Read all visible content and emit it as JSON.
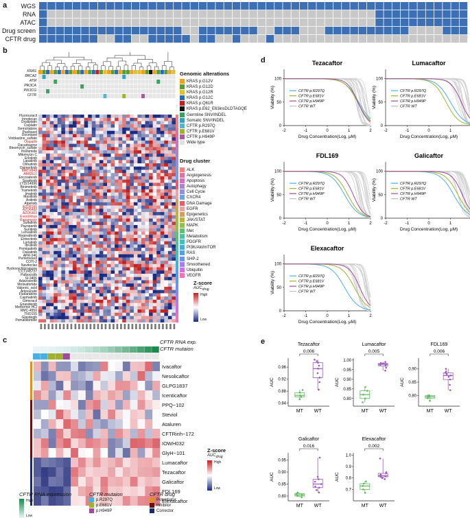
{
  "panels": {
    "a": "a",
    "b": "b",
    "c": "c",
    "d": "d",
    "e": "e"
  },
  "panel_a": {
    "rows": [
      "WGS",
      "RNA",
      "ATAC",
      "Drug screen",
      "CFTR drug"
    ],
    "colors": {
      "present": "#3d6fb5",
      "absent": "#c8c8c8"
    }
  },
  "panel_b": {
    "gene_rows": [
      "KRAS",
      "BRCA2",
      "ATM",
      "PIK3CA",
      "PIK3CG",
      "CFTR"
    ],
    "drugs": [
      "Fluorouracil",
      "Irinotecan",
      "Oxaliplatin",
      "Cisplatin",
      "Gemcitabine",
      "Paclitaxel",
      "Docetaxel",
      "Vinblastine_sulfate",
      "Olaparib",
      "Dacarbazine",
      "Bleomycin_sulfate",
      "Ifosfamide",
      "Mitomycin C",
      "Erlotinib",
      "Lapatinib",
      "Olmutinib",
      "Osimertinib",
      "MRTX849",
      "AMG510",
      "Encorafenib",
      "Sorafenib",
      "LY3214996",
      "Binimetinib",
      "Trametinib",
      "Imatinib",
      "Masitinib",
      "Axitinib",
      "Alpelisib",
      "AZD8186",
      "AZD6482",
      "AZD5363",
      "Everolimus",
      "Rapamycin",
      "Sulfatinib",
      "Pazopanib",
      "Sunitinib",
      "Lenvatinib",
      "Regorafenib",
      "Entrectinib",
      "Lorlatinib",
      "Ibrutinib",
      "Pemigatinib",
      "Dasatinib",
      "APR-246",
      "Pemetrexed",
      "COTI-2",
      "Navitoclax",
      "Hydroxychloroquine",
      "CCT245737",
      "Palbociclib",
      "SI-3406",
      "Adavosertib",
      "Motixafortide",
      "Valproic_acid",
      "Artesunate",
      "Fludarabine",
      "Capmatinib",
      "Gimeracil",
      "Enasidenib",
      "Metformin HCl",
      "RMC-4550",
      "TNO155",
      "Glasdegib",
      "Pomalidomide"
    ],
    "highlighted_drugs": [
      "Olaparib",
      "MRTX849",
      "AMG510",
      "AZD8186",
      "AZD6482",
      "AZD5363",
      "Everolimus",
      "Rapamycin"
    ],
    "genomic_legend_title": "Genomic alterations",
    "genomic_legend": [
      {
        "label": "KRAS p.G12V",
        "color": "#f0a020"
      },
      {
        "label": "KRAS p.G12D",
        "color": "#5a9a3a"
      },
      {
        "label": "KRAS p.G12R",
        "color": "#e0c030"
      },
      {
        "label": "KRAS p.G12C",
        "color": "#2a6ab0"
      },
      {
        "label": "KRAS p.Q61R",
        "color": "#c02020"
      },
      {
        "label": "KRAS p.E62_E63insDLDTAGQE",
        "color": "#111111"
      },
      {
        "label": "Germline SNV/INDEL",
        "color": "#3aa060"
      },
      {
        "label": "Somatic SNV/INDEL",
        "color": "#3aa0c0"
      },
      {
        "label": "CFTR p.R297Q",
        "color": "#5ab0d0"
      },
      {
        "label": "CFTR p.E681V",
        "color": "#a0b030"
      },
      {
        "label": "CFTR p.H949P",
        "color": "#a060a0"
      },
      {
        "label": "Wide type",
        "color": "#e0e0e0"
      }
    ],
    "cluster_legend_title": "Drug cluster",
    "cluster_legend": [
      {
        "label": "ALK",
        "color": "#f08080"
      },
      {
        "label": "Angiogenesis",
        "color": "#e070a0"
      },
      {
        "label": "Apoptosis",
        "color": "#d070c0"
      },
      {
        "label": "Autophagy",
        "color": "#b080d0"
      },
      {
        "label": "Cell Cycle",
        "color": "#9090e0"
      },
      {
        "label": "CXCR4",
        "color": "#70a0e0"
      },
      {
        "label": "DNA Damage",
        "color": "#e06070"
      },
      {
        "label": "EGFR",
        "color": "#f0a0a0"
      },
      {
        "label": "Epigenetics",
        "color": "#d0a060"
      },
      {
        "label": "JAK/STAT",
        "color": "#c0b040"
      },
      {
        "label": "MAPK",
        "color": "#90c050"
      },
      {
        "label": "Met",
        "color": "#60c070"
      },
      {
        "label": "Metabolism",
        "color": "#50c0a0"
      },
      {
        "label": "PDGFR",
        "color": "#40c0c0"
      },
      {
        "label": "PI3K/Akt/mTOR",
        "color": "#40b0d8"
      },
      {
        "label": "RAS",
        "color": "#50a0e8"
      },
      {
        "label": "SHP-2",
        "color": "#7090f0"
      },
      {
        "label": "Smoothened",
        "color": "#a080f0"
      },
      {
        "label": "Ubiquitin",
        "color": "#d070e0"
      },
      {
        "label": "VEGFR",
        "color": "#f070c0"
      }
    ],
    "zscore_title": "Z-score",
    "zscore_sub": "AUC",
    "zscore_sub2": "drug",
    "high": "High",
    "low": "Low"
  },
  "panel_c": {
    "header1": "CFTR RNA exp.",
    "header2": "CFTR mutaion",
    "drugs": [
      "Ivacaftor",
      "Nesolicaftor",
      "GLPG1837",
      "Icenticaftor",
      "PPQ−102",
      "Steviol",
      "Ataluren",
      "CFTRinh−172",
      "IOWH032",
      "GlyH−101",
      "Lumacaftor",
      "Tezacaftor",
      "Galicaftor",
      "FDL169",
      "Elexacaftor"
    ],
    "zscore_title": "Z-score",
    "zscore_sub": "AUC",
    "zscore_sub2": "drug",
    "high": "High",
    "low": "Low",
    "legend_rna_title": "CFTR RNA expression",
    "legend_rna_high": "High",
    "legend_rna_low": "Low",
    "legend_mut_title": "CFTR mutaion",
    "legend_mut": [
      {
        "label": "p.R297Q",
        "color": "#4ab0e0"
      },
      {
        "label": "p.E681V",
        "color": "#a0b030"
      },
      {
        "label": "p.H949P",
        "color": "#a04a9a"
      }
    ],
    "legend_drug_title": "CFTR drug",
    "legend_drug": [
      {
        "label": "Potentiator",
        "color": "#e09020"
      },
      {
        "label": "Inhibitor",
        "color": "#6a1010"
      },
      {
        "label": "Corrector",
        "color": "#1a2a6a"
      }
    ]
  },
  "panel_d": {
    "charts": [
      {
        "title": "Tezacaftor",
        "ylim": [
          0,
          120
        ]
      },
      {
        "title": "Lumacaftor",
        "ylim": [
          0,
          120
        ]
      },
      {
        "title": "FDL169",
        "ylim": [
          0,
          120
        ]
      },
      {
        "title": "Galicaftor",
        "ylim": [
          0,
          120
        ]
      },
      {
        "title": "Elexacaftor",
        "ylim": [
          0,
          120
        ]
      }
    ],
    "xlabel": "Drug Concentration(Log, μM)",
    "ylabel": "Viability (%)",
    "xticks": [
      "-2",
      "-1",
      "0",
      "1",
      "2"
    ],
    "yticks": [
      "0",
      "50",
      "100"
    ],
    "legend": [
      {
        "label": "CFTR p.R297Q",
        "color": "#4ab0e0"
      },
      {
        "label": "CFTR p.E681V",
        "color": "#a0b030"
      },
      {
        "label": "CFTR p.H949P",
        "color": "#a04a9a"
      },
      {
        "label": "CFTR WT",
        "color": "#bbbbbb"
      }
    ]
  },
  "panel_e": {
    "ylabel": "AUC",
    "groups": [
      "MT",
      "WT"
    ],
    "chart_data": [
      {
        "type": "box",
        "title": "Tezacaftor",
        "pvalue": "0.006",
        "yticks": [
          "0.84",
          "0.88",
          "0.92",
          "0.96"
        ],
        "ylim": [
          0.83,
          0.99
        ],
        "MT": [
          0.853,
          0.861,
          0.866,
          0.875,
          0.884
        ],
        "WT": [
          0.885,
          0.91,
          0.925,
          0.94,
          0.955,
          0.965,
          0.975,
          0.98,
          0.985
        ]
      },
      {
        "type": "box",
        "title": "Lumacaftor",
        "pvalue": "0.005",
        "yticks": [
          "0.80",
          "0.85",
          "0.90",
          "0.95",
          "1.00"
        ],
        "ylim": [
          0.76,
          1.01
        ],
        "MT": [
          0.78,
          0.8,
          0.82,
          0.84,
          0.86
        ],
        "WT": [
          0.945,
          0.96,
          0.97,
          0.975,
          0.978,
          0.98,
          0.982,
          0.985,
          0.99
        ]
      },
      {
        "type": "box",
        "title": "FDL169",
        "pvalue": "0.006",
        "yticks": [
          "0.80",
          "0.85",
          "0.90"
        ],
        "ylim": [
          0.76,
          0.94
        ],
        "MT": [
          0.78,
          0.79,
          0.795,
          0.8,
          0.8
        ],
        "WT": [
          0.82,
          0.84,
          0.86,
          0.87,
          0.875,
          0.88,
          0.885,
          0.89,
          0.9
        ]
      },
      {
        "type": "box",
        "title": "Galicaftor",
        "pvalue": "0.016",
        "yticks": [
          "0.80",
          "0.85",
          "0.90",
          "0.95"
        ],
        "ylim": [
          0.78,
          0.98
        ],
        "MT": [
          0.795,
          0.8,
          0.805,
          0.81,
          0.815
        ],
        "WT": [
          0.815,
          0.825,
          0.835,
          0.84,
          0.85,
          0.86,
          0.87,
          0.88,
          0.96
        ]
      },
      {
        "type": "box",
        "title": "Elexacaftor",
        "pvalue": "0.002",
        "yticks": [
          "0.7",
          "0.8",
          "0.9",
          "1.0"
        ],
        "ylim": [
          0.6,
          1.02
        ],
        "MT": [
          0.67,
          0.7,
          0.73,
          0.75,
          0.77
        ],
        "WT": [
          0.79,
          0.8,
          0.81,
          0.815,
          0.82,
          0.83,
          0.84,
          0.85,
          0.97
        ]
      }
    ]
  }
}
